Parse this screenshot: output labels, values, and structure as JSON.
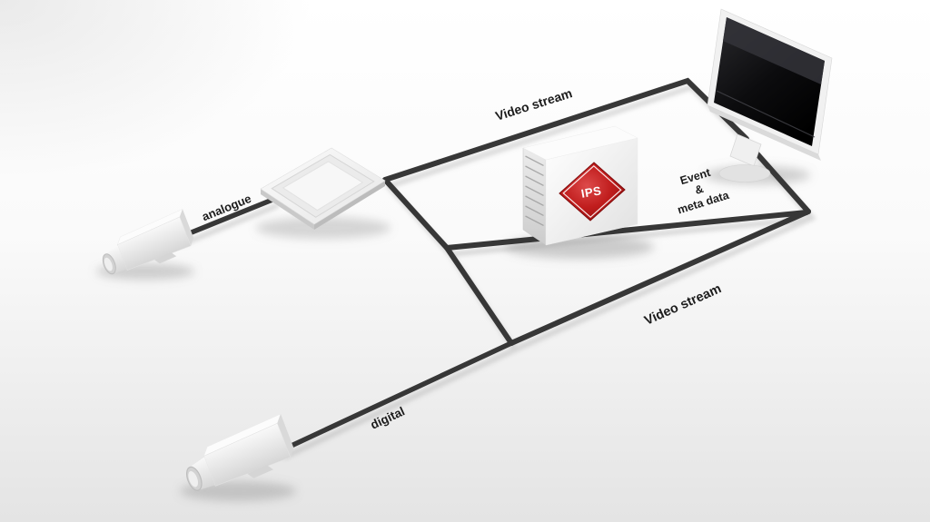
{
  "labels": {
    "analogue": "analogue",
    "video_stream_top": "Video stream",
    "event_meta": {
      "line1": "Event",
      "line2": "&",
      "line3": "meta data"
    },
    "video_stream_bottom": "Video stream",
    "digital": "digital"
  },
  "server": {
    "logo": "IPS"
  },
  "nodes": [
    {
      "id": "analogue-camera",
      "icon": "camera-icon"
    },
    {
      "id": "encoder-box",
      "icon": "converter-icon"
    },
    {
      "id": "ips-server",
      "icon": "server-icon"
    },
    {
      "id": "monitor",
      "icon": "display-icon"
    },
    {
      "id": "digital-camera",
      "icon": "camera-icon"
    }
  ],
  "connections": [
    {
      "from": "analogue-camera",
      "to": "encoder-box",
      "label": "analogue"
    },
    {
      "from": "encoder-box",
      "to": "monitor",
      "label": "Video stream"
    },
    {
      "from": "digital-camera",
      "to": "ips-server",
      "label": "digital"
    },
    {
      "from": "ips-server",
      "to": "monitor",
      "label": "Event & meta data"
    },
    {
      "from": "ips-server",
      "to": "monitor",
      "label": "Video stream"
    }
  ],
  "colors": {
    "cable": "#373737",
    "ips_red": "#b31414",
    "label_text": "#1c1c1c",
    "screen_dark": "#0a0a0c",
    "background_top": "#ffffff",
    "background_bottom": "#e4e4e4"
  }
}
